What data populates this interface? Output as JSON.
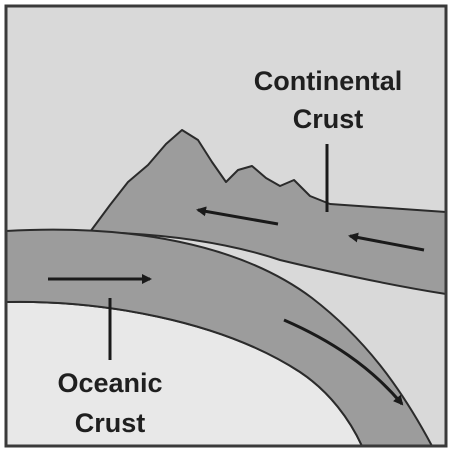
{
  "labels": {
    "continental_line1": "Continental",
    "continental_line2": "Crust",
    "oceanic_line1": "Oceanic",
    "oceanic_line2": "Crust"
  },
  "colors": {
    "background": "#d9d9d9",
    "crust_fill": "#9c9c9c",
    "mantle_fill": "#e6e6e6",
    "outline": "#2b2b2b",
    "frame": "#3a3a3a"
  }
}
